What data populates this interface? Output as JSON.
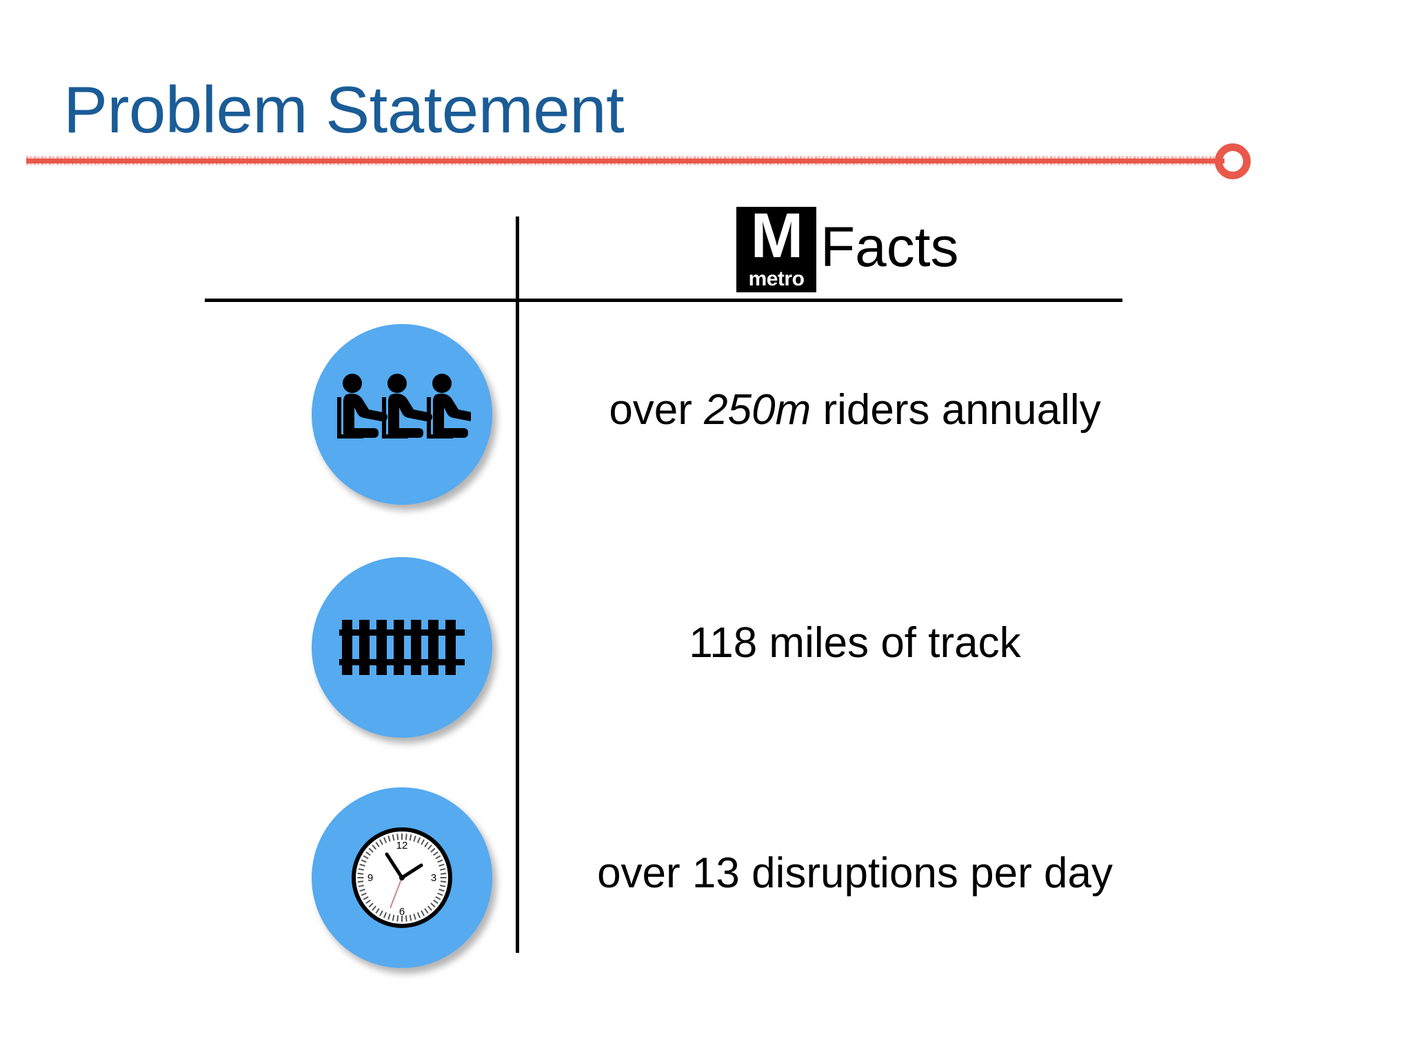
{
  "slide": {
    "title": "Problem Statement",
    "title_color": "#1A5C96",
    "rule_color": "#E8584B",
    "background_color": "#FFFFFF",
    "badge_color": "#55AAF0"
  },
  "facts_header": {
    "logo_letter": "M",
    "logo_word": "metro",
    "label": "Facts"
  },
  "facts": [
    {
      "icon": "seated-riders-icon",
      "text_before": "over ",
      "text_emphasis": "250m",
      "text_after": " riders annually",
      "value": "250m",
      "unit": "riders annually"
    },
    {
      "icon": "railroad-track-icon",
      "text_before": "",
      "text_emphasis": "",
      "text_after": "118 miles of track",
      "value": "118",
      "unit": "miles of track"
    },
    {
      "icon": "analog-clock-icon",
      "text_before": "",
      "text_emphasis": "",
      "text_after": "over 13 disruptions per day",
      "value": "13",
      "unit": "disruptions per day"
    }
  ]
}
